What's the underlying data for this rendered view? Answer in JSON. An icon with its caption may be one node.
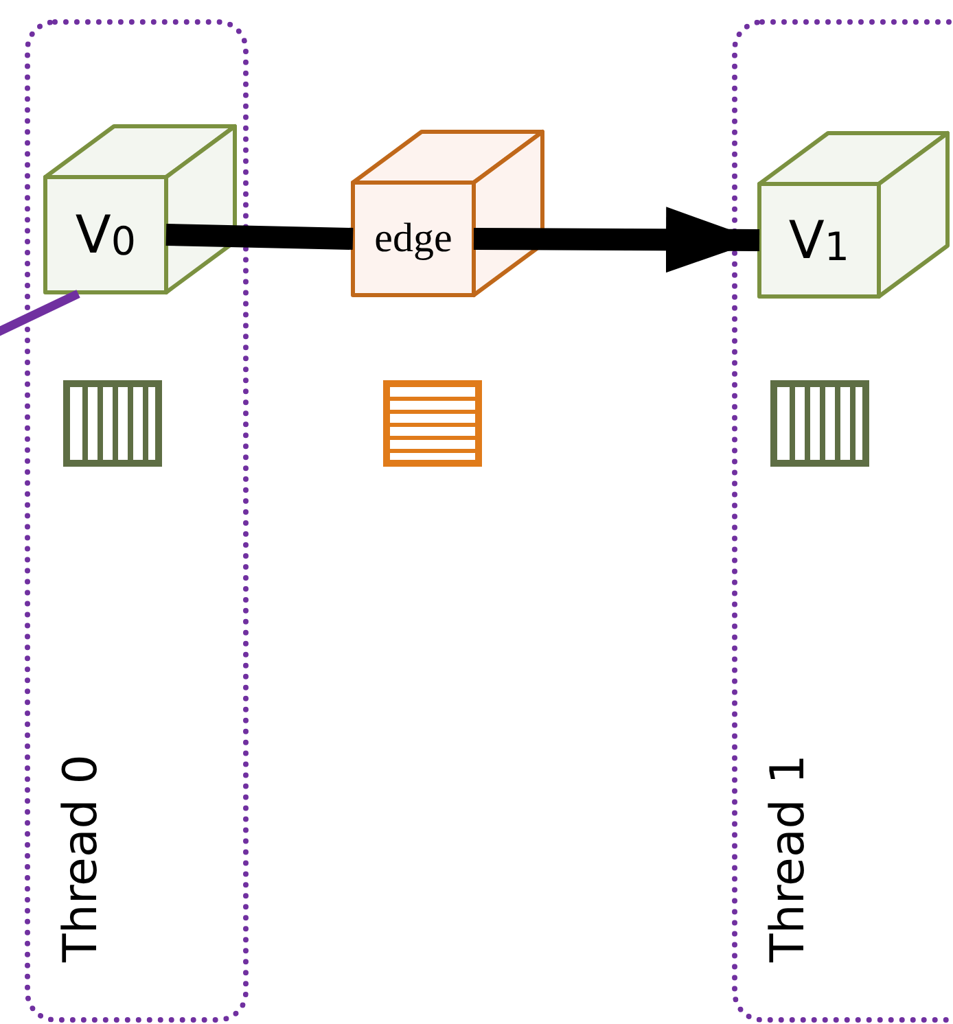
{
  "diagram": {
    "nodes": [
      {
        "text": [
          "Thread 0"
        ]
      },
      {
        "text": [
          "V$_{0}$"
        ],
        "in": 0
      },
      {
        "text": [
          "edge"
        ]
      },
      {
        "text": [
          "Thread 1"
        ]
      },
      {
        "text": [
          "V$_{1}$"
        ],
        "in": 3
      }
    ],
    "edges": [
      {
        "from": 1,
        "to": 2,
        "arrow": "none"
      },
      {
        "from": 2,
        "to": 4,
        "arrow": "to"
      },
      {
        "from": 1,
        "to": null,
        "arrow": "none",
        "color": "#7030a0"
      }
    ]
  }
}
